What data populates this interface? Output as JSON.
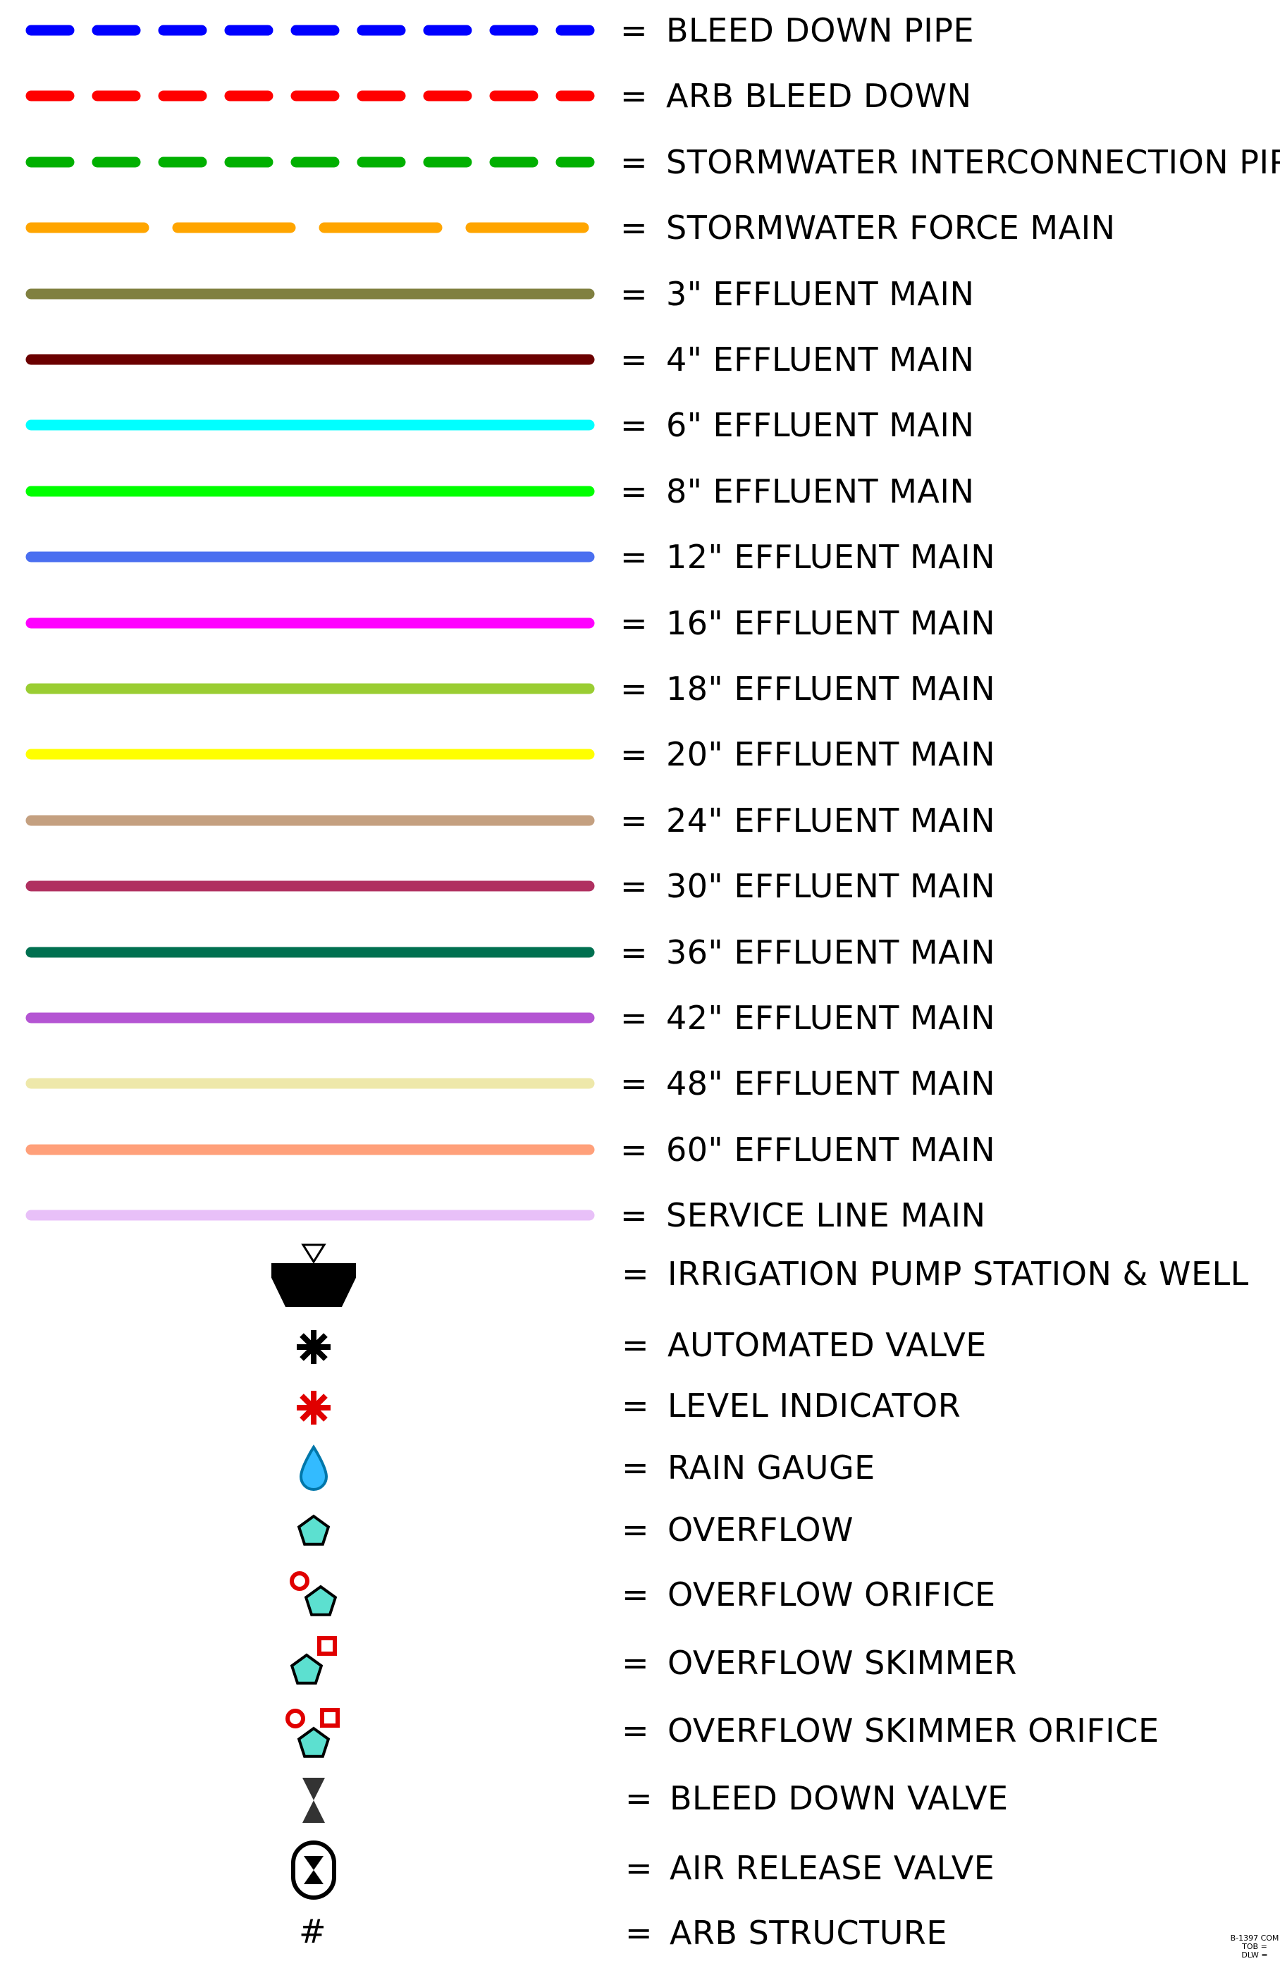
{
  "equals_sign": "=",
  "line_legend": [
    {
      "label": "BLEED DOWN PIPE",
      "color": "#0000FF",
      "style": "dashed"
    },
    {
      "label": "ARB BLEED DOWN",
      "color": "#FF0000",
      "style": "dashed"
    },
    {
      "label": "STORMWATER INTERCONNECTION PIPE",
      "color": "#00B000",
      "style": "dashed"
    },
    {
      "label": "STORMWATER FORCE MAIN",
      "color": "#FFA500",
      "style": "long-dashed"
    },
    {
      "label": "3\" EFFLUENT MAIN",
      "color": "#808040",
      "style": "solid"
    },
    {
      "label": "4\" EFFLUENT MAIN",
      "color": "#6B0000",
      "style": "solid"
    },
    {
      "label": "6\" EFFLUENT MAIN",
      "color": "#00FFFF",
      "style": "solid"
    },
    {
      "label": "8\" EFFLUENT MAIN",
      "color": "#00FF00",
      "style": "solid"
    },
    {
      "label": "12\" EFFLUENT MAIN",
      "color": "#4A6FF0",
      "style": "solid"
    },
    {
      "label": "16\" EFFLUENT MAIN",
      "color": "#FF00FF",
      "style": "solid"
    },
    {
      "label": "18\" EFFLUENT MAIN",
      "color": "#9ACD32",
      "style": "solid"
    },
    {
      "label": "20\" EFFLUENT MAIN",
      "color": "#FFFF00",
      "style": "solid"
    },
    {
      "label": "24\" EFFLUENT MAIN",
      "color": "#C4A080",
      "style": "solid"
    },
    {
      "label": "30\" EFFLUENT MAIN",
      "color": "#B03060",
      "style": "solid"
    },
    {
      "label": "36\" EFFLUENT MAIN",
      "color": "#007050",
      "style": "solid"
    },
    {
      "label": "42\" EFFLUENT MAIN",
      "color": "#B455D3",
      "style": "solid"
    },
    {
      "label": "48\" EFFLUENT MAIN",
      "color": "#EEE8AA",
      "style": "solid"
    },
    {
      "label": "60\" EFFLUENT MAIN",
      "color": "#FFA07A",
      "style": "solid"
    },
    {
      "label": "SERVICE LINE MAIN",
      "color": "#E8C0F8",
      "style": "solid"
    }
  ],
  "symbol_legend": [
    {
      "label": "IRRIGATION PUMP STATION & WELL",
      "icon": "pump-station-well-icon"
    },
    {
      "label": "AUTOMATED VALVE",
      "icon": "asterisk-black-icon"
    },
    {
      "label": "LEVEL INDICATOR",
      "icon": "asterisk-red-icon"
    },
    {
      "label": "RAIN GAUGE",
      "icon": "water-drop-icon"
    },
    {
      "label": "OVERFLOW",
      "icon": "pentagon-icon"
    },
    {
      "label": "OVERFLOW ORIFICE",
      "icon": "pentagon-with-circle-icon"
    },
    {
      "label": "OVERFLOW SKIMMER",
      "icon": "pentagon-with-square-icon"
    },
    {
      "label": "OVERFLOW SKIMMER ORIFICE",
      "icon": "pentagon-with-circle-and-square-icon"
    },
    {
      "label": "BLEED DOWN VALVE",
      "icon": "bowtie-valve-icon"
    },
    {
      "label": "AIR RELEASE VALVE",
      "icon": "circled-bowtie-valve-icon"
    },
    {
      "label": "ARB STRUCTURE",
      "icon": "hash-icon",
      "symbol_text": "#"
    }
  ],
  "colors": {
    "symbol_fill": "#5CE0D0",
    "accent_red": "#E00000",
    "drop_fill": "#33BBFF",
    "ink": "#000000"
  },
  "stamp": {
    "line1": "B-1397 COM",
    "line2": "TOB =",
    "line3": "DLW ="
  }
}
